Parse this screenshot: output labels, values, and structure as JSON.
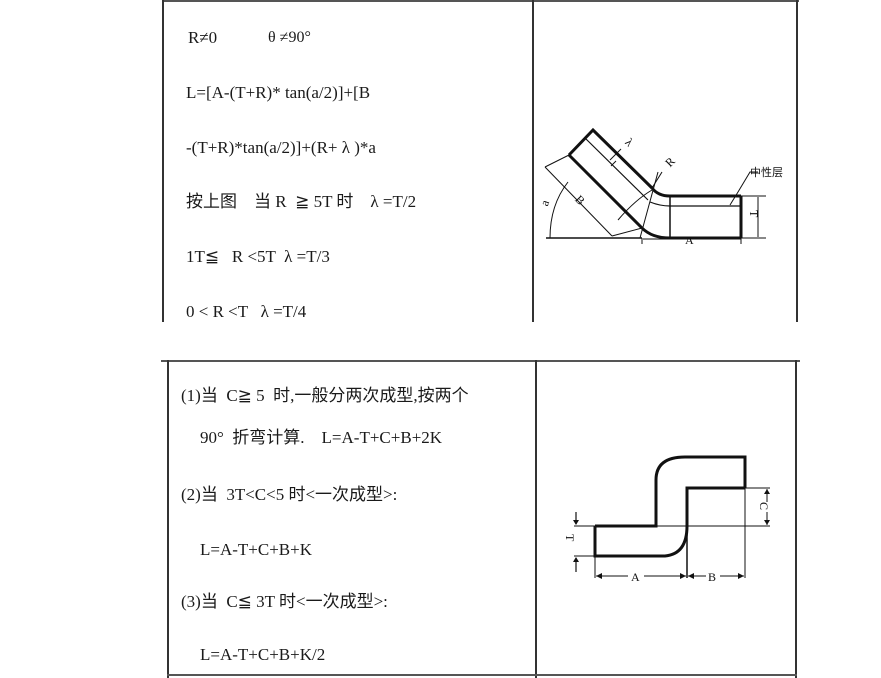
{
  "table1": {
    "lines": [
      "R≠0",
      "θ ≠90°",
      "L=[A-(T+R)* tan(a/2)]+[B",
      "-(T+R)*tan(a/2)]+(R+ λ )*a",
      "按上图    当 R  ≧ 5T 时    λ =T/2",
      "1T≦   R <5T  λ =T/3",
      "0 < R <T   λ =T/4"
    ],
    "diagram": {
      "labels": {
        "a": "a",
        "B": "B",
        "lambda": "λ",
        "R": "R",
        "neutral_layer": "中性层",
        "T": "T",
        "A": "A"
      }
    }
  },
  "table2": {
    "lines": [
      "(1)当  C≧ 5  时,一般分两次成型,按两个",
      "90°  折弯计算.    L=A-T+C+B+2K",
      "(2)当  3T<C<5 时<一次成型>:",
      "L=A-T+C+B+K",
      "(3)当  C≦ 3T 时<一次成型>:",
      "L=A-T+C+B+K/2"
    ],
    "diagram": {
      "labels": {
        "T": "T",
        "C": "C",
        "A": "A",
        "B": "B"
      }
    }
  },
  "colors": {
    "border": "#444444",
    "stroke": "#111111",
    "text": "#1a1a1a",
    "background": "#ffffff"
  }
}
